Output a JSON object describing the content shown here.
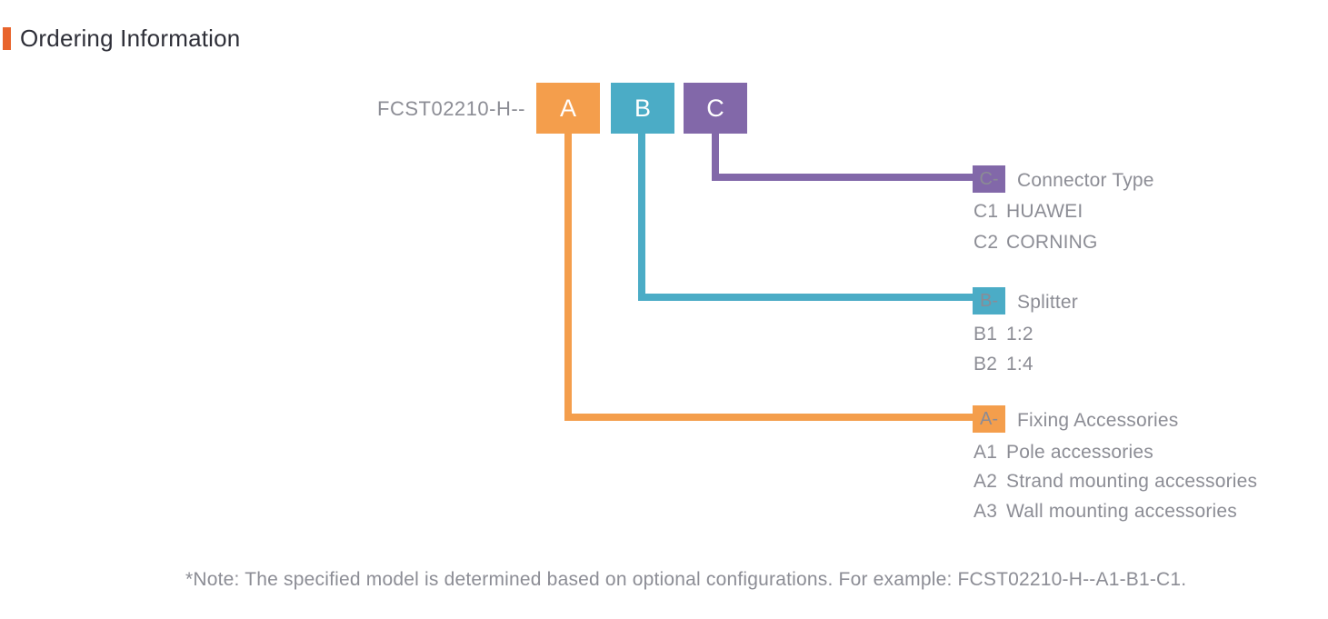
{
  "page": {
    "title": "Ordering Information"
  },
  "colors": {
    "accent_bar": "#E8642C",
    "orange": "#F49E4C",
    "teal": "#4BACC6",
    "purple": "#8268A9",
    "text_gray": "#8C8D95",
    "title_text": "#2E2F38"
  },
  "diagram": {
    "model_code": "FCST02210-H--",
    "boxes": [
      {
        "label": "A",
        "color": "#F49E4C"
      },
      {
        "label": "B",
        "color": "#4BACC6"
      },
      {
        "label": "C",
        "color": "#8268A9"
      }
    ],
    "groups": [
      {
        "tag": "C-",
        "title": "Connector Type",
        "color": "#8268A9",
        "items": [
          {
            "code": "C1",
            "desc": "HUAWEI"
          },
          {
            "code": "C2",
            "desc": "CORNING"
          }
        ]
      },
      {
        "tag": "B-",
        "title": "Splitter",
        "color": "#4BACC6",
        "items": [
          {
            "code": "B1",
            "desc": "1:2"
          },
          {
            "code": "B2",
            "desc": "1:4"
          }
        ]
      },
      {
        "tag": "A-",
        "title": "Fixing Accessories",
        "color": "#F49E4C",
        "items": [
          {
            "code": "A1",
            "desc": "Pole accessories"
          },
          {
            "code": "A2",
            "desc": "Strand mounting accessories"
          },
          {
            "code": "A3",
            "desc": "Wall mounting accessories"
          }
        ]
      }
    ]
  },
  "note": "*Note: The specified model is determined based on optional configurations. For example: FCST02210-H--A1-B1-C1."
}
